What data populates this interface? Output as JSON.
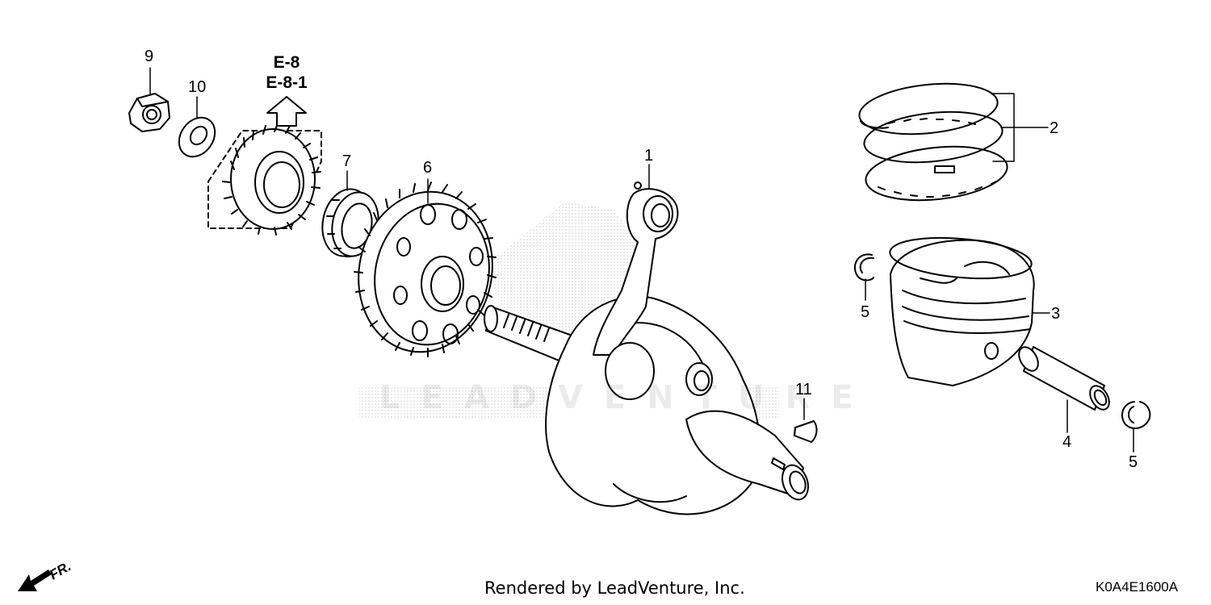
{
  "diagram": {
    "watermark": "LEADVENTURE",
    "reference_labels": [
      "E-8",
      "E-8-1"
    ],
    "front_indicator": "FR.",
    "credit": "Rendered by LeadVenture, Inc.",
    "diagram_code": "K0A4E1600A",
    "callouts": {
      "c1": "1",
      "c2": "2",
      "c3": "3",
      "c4": "4",
      "c5a": "5",
      "c5b": "5",
      "c6": "6",
      "c7": "7",
      "c9": "9",
      "c10": "10",
      "c11": "11"
    },
    "icons": [
      "up-arrow-icon",
      "front-direction-arrow-icon"
    ]
  }
}
